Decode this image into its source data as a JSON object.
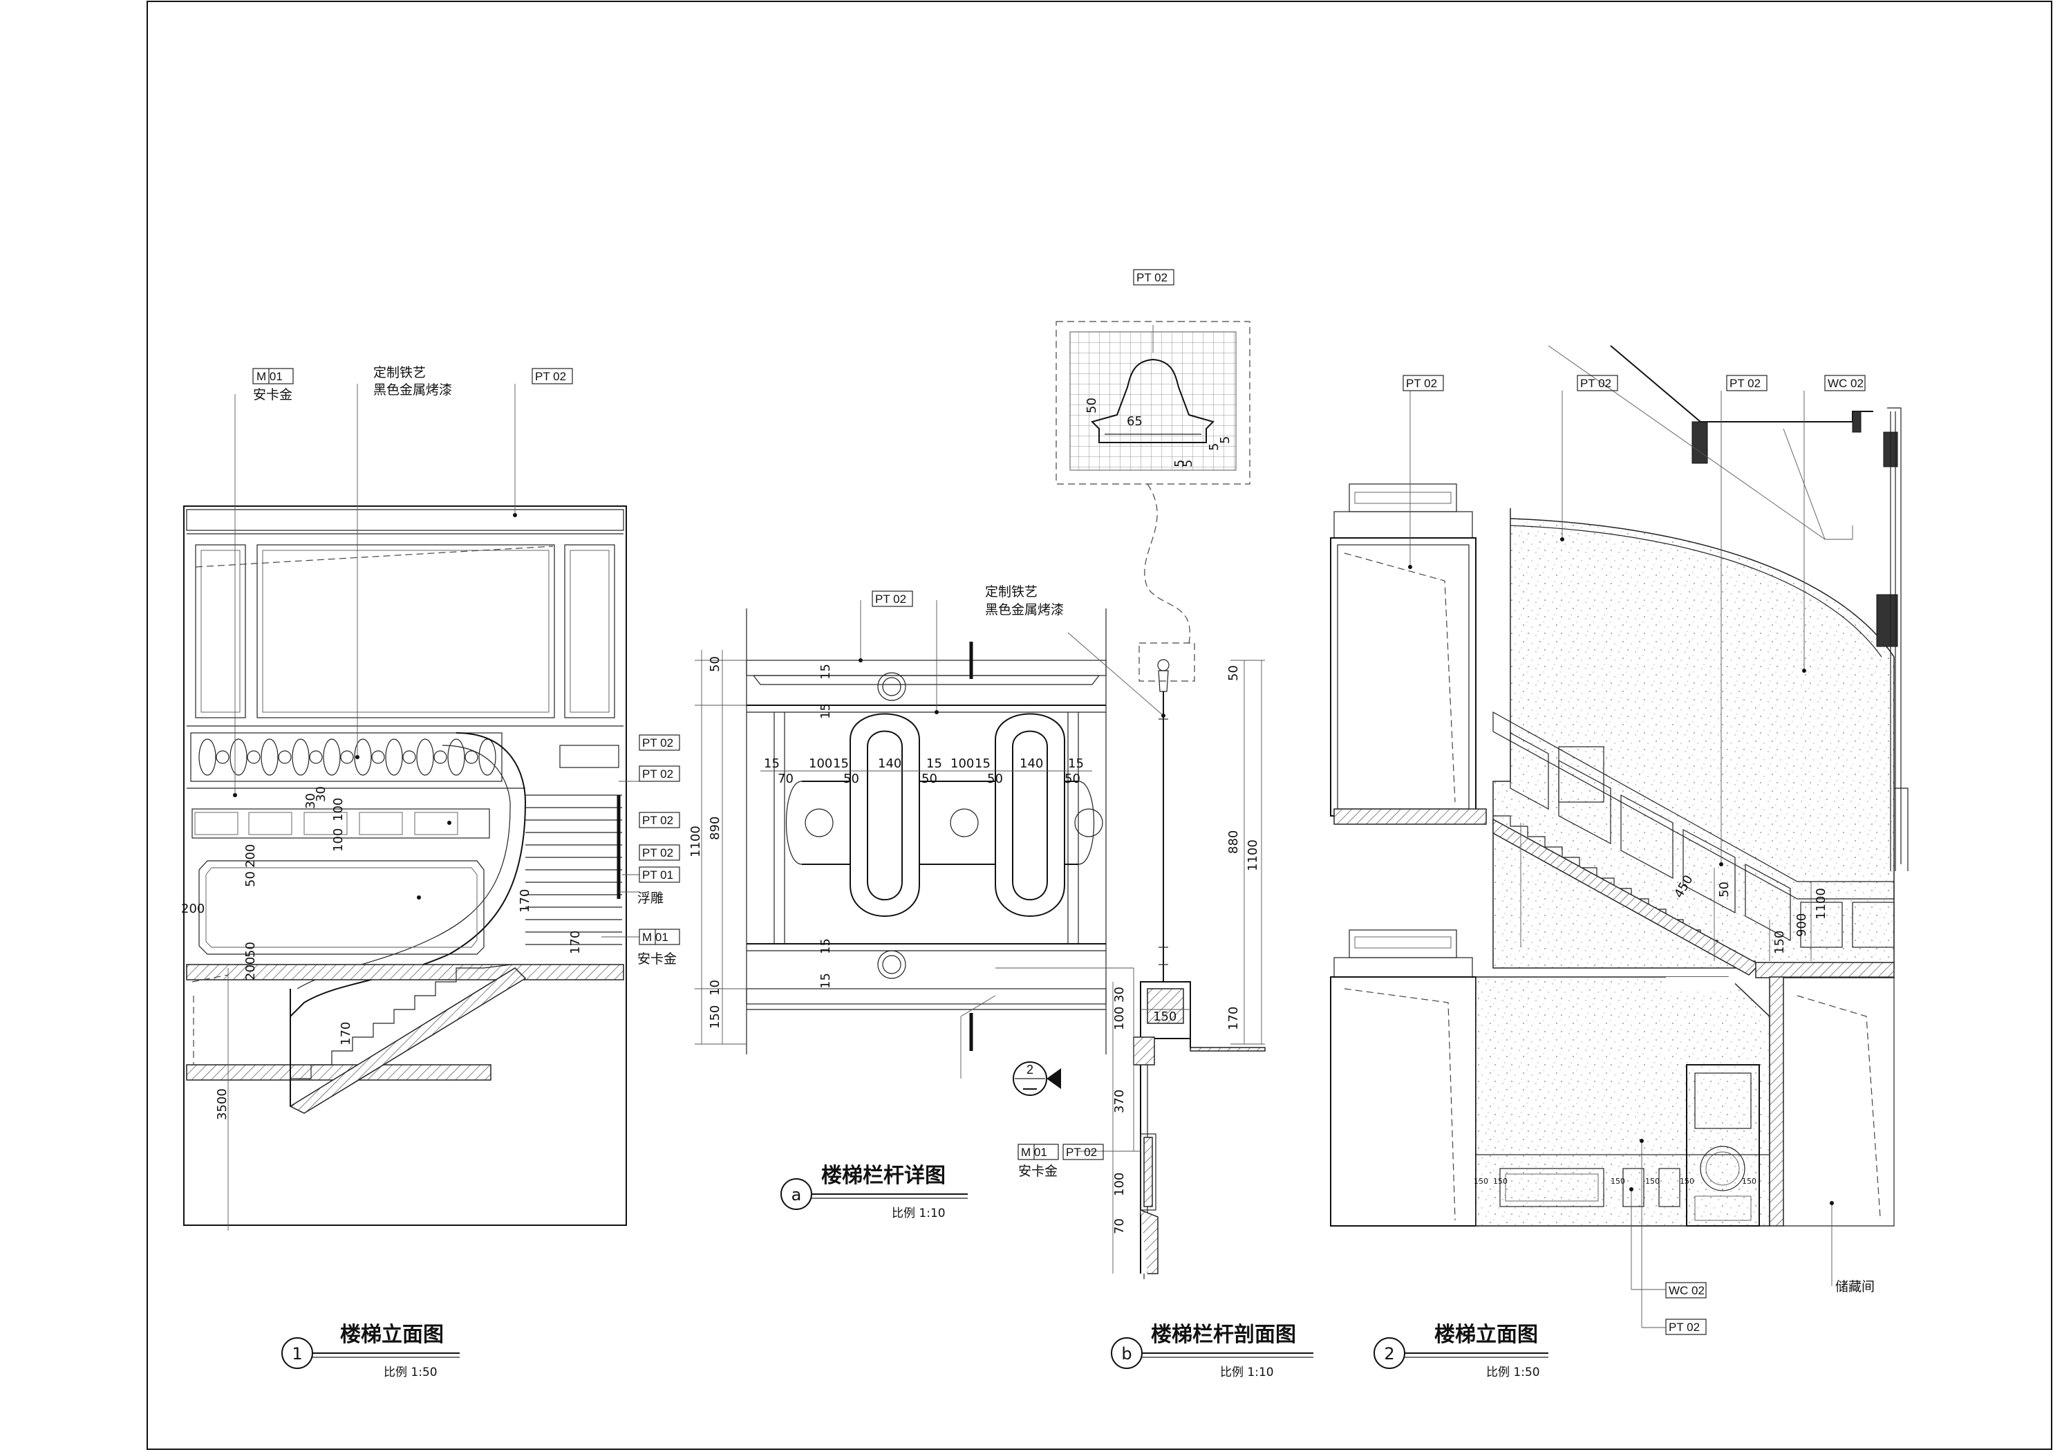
{
  "tags": {
    "m01": "M 01",
    "pt02": "PT 02",
    "pt01": "PT 01",
    "wc02": "WC 02"
  },
  "notes": {
    "an_ka_jin": "安卡金",
    "custom_iron_1": "定制铁艺",
    "custom_iron_2": "黑色金属烤漆",
    "relief": "浮雕",
    "storage": "储藏间"
  },
  "views": {
    "v1": {
      "number": "1",
      "title": "楼梯立面图",
      "scale": "比例 1:50"
    },
    "va": {
      "number": "a",
      "title": "楼梯栏杆详图",
      "scale": "比例 1:10"
    },
    "vb": {
      "number": "b",
      "title": "楼梯栏杆剖面图",
      "scale": "比例 1:10"
    },
    "v2": {
      "number": "2",
      "title": "楼梯立面图",
      "scale": "比例 1:50"
    }
  },
  "section_marker": "2",
  "dims": {
    "v1": [
      "200",
      "50",
      "200",
      "200",
      "50",
      "30",
      "30",
      "100",
      "100",
      "170",
      "170",
      "3500",
      "170"
    ],
    "va": [
      "50",
      "1100",
      "890",
      "10",
      "150",
      "15",
      "15",
      "15",
      "15",
      "15",
      "100",
      "15",
      "140",
      "15",
      "100",
      "15",
      "140",
      "15",
      "70",
      "50",
      "50",
      "50",
      "50"
    ],
    "vb": [
      "50",
      "880",
      "1100",
      "170",
      "30",
      "100",
      "150",
      "370",
      "100",
      "70",
      "65",
      "50",
      "5",
      "5",
      "5",
      "5"
    ],
    "v2": [
      "450",
      "50",
      "900",
      "1100",
      "150",
      "150",
      "150",
      "150",
      "150",
      "150",
      "150"
    ]
  }
}
